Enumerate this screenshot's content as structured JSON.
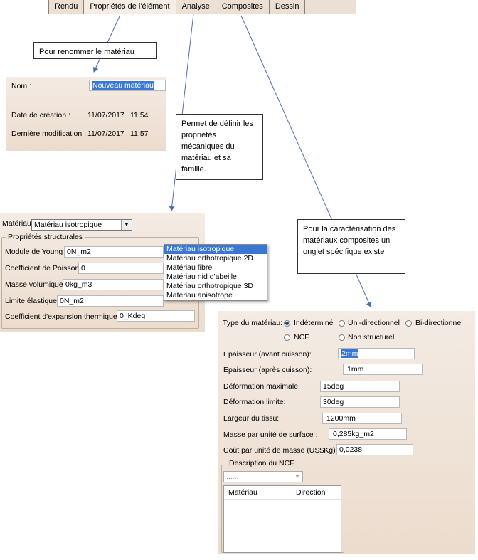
{
  "tabs": [
    "Rendu",
    "Propriétés de l'élément",
    "Analyse",
    "Composites",
    "Dessin"
  ],
  "callouts": {
    "rename": "Pour renommer le matériau",
    "mechanical": "Permet de définir les propriétés mécaniques du matériau et sa famille.",
    "composites": "Pour la caractérisation des matériaux composites un onglet spécifique existe"
  },
  "name_panel": {
    "name_label": "Nom :",
    "name_value": "Nouveau matériau",
    "created_label": "Date de création :",
    "created_date": "11/07/2017",
    "created_time": "11:54",
    "modified_label": "Dernière modification :",
    "modified_date": "11/07/2017",
    "modified_time": "11:57"
  },
  "material_panel": {
    "material_label": "Matériau",
    "material_value": "Matériau isotropique",
    "group_title": "Propriétés structurales",
    "rows": [
      {
        "label": "Module de Young",
        "value": "0N_m2"
      },
      {
        "label": "Coefficient de Poisson",
        "value": "0"
      },
      {
        "label": "Masse volumique",
        "value": "0kg_m3"
      },
      {
        "label": "Limite élastique",
        "value": "0N_m2"
      },
      {
        "label": "Coefficient d'expansion thermique",
        "value": "0_Kdeg"
      }
    ],
    "dropdown_options": [
      "Matériau isotropique",
      "Matériau orthotropique 2D",
      "Matériau fibre",
      "Matériau nid d'abeille",
      "Matériau orthotropique 3D",
      "Matériau anisotrope"
    ]
  },
  "composite_panel": {
    "type_label": "Type du matériau:",
    "types": [
      "Indéterminé",
      "Uni-directionnel",
      "Bi-directionnel",
      "NCF",
      "Non structurel"
    ],
    "rows": [
      {
        "label": "Epaisseur (avant cuisson):",
        "value": "2mm"
      },
      {
        "label": "Epaisseur (après cuisson):",
        "value": "1mm"
      },
      {
        "label": "Déformation maximale:",
        "value": "15deg"
      },
      {
        "label": "Déformation limite:",
        "value": "30deg"
      },
      {
        "label": "Largeur du tissu:",
        "value": "1200mm"
      },
      {
        "label": "Masse par unité de surface :",
        "value": "0,285kg_m2"
      },
      {
        "label": "Coût par unité de masse (US$Kg):",
        "value": "0,0238"
      }
    ],
    "ncf_group_title": "Description du NCF",
    "ncf_combo_value": "......",
    "table_headers": [
      "Matériau",
      "Direction"
    ]
  }
}
